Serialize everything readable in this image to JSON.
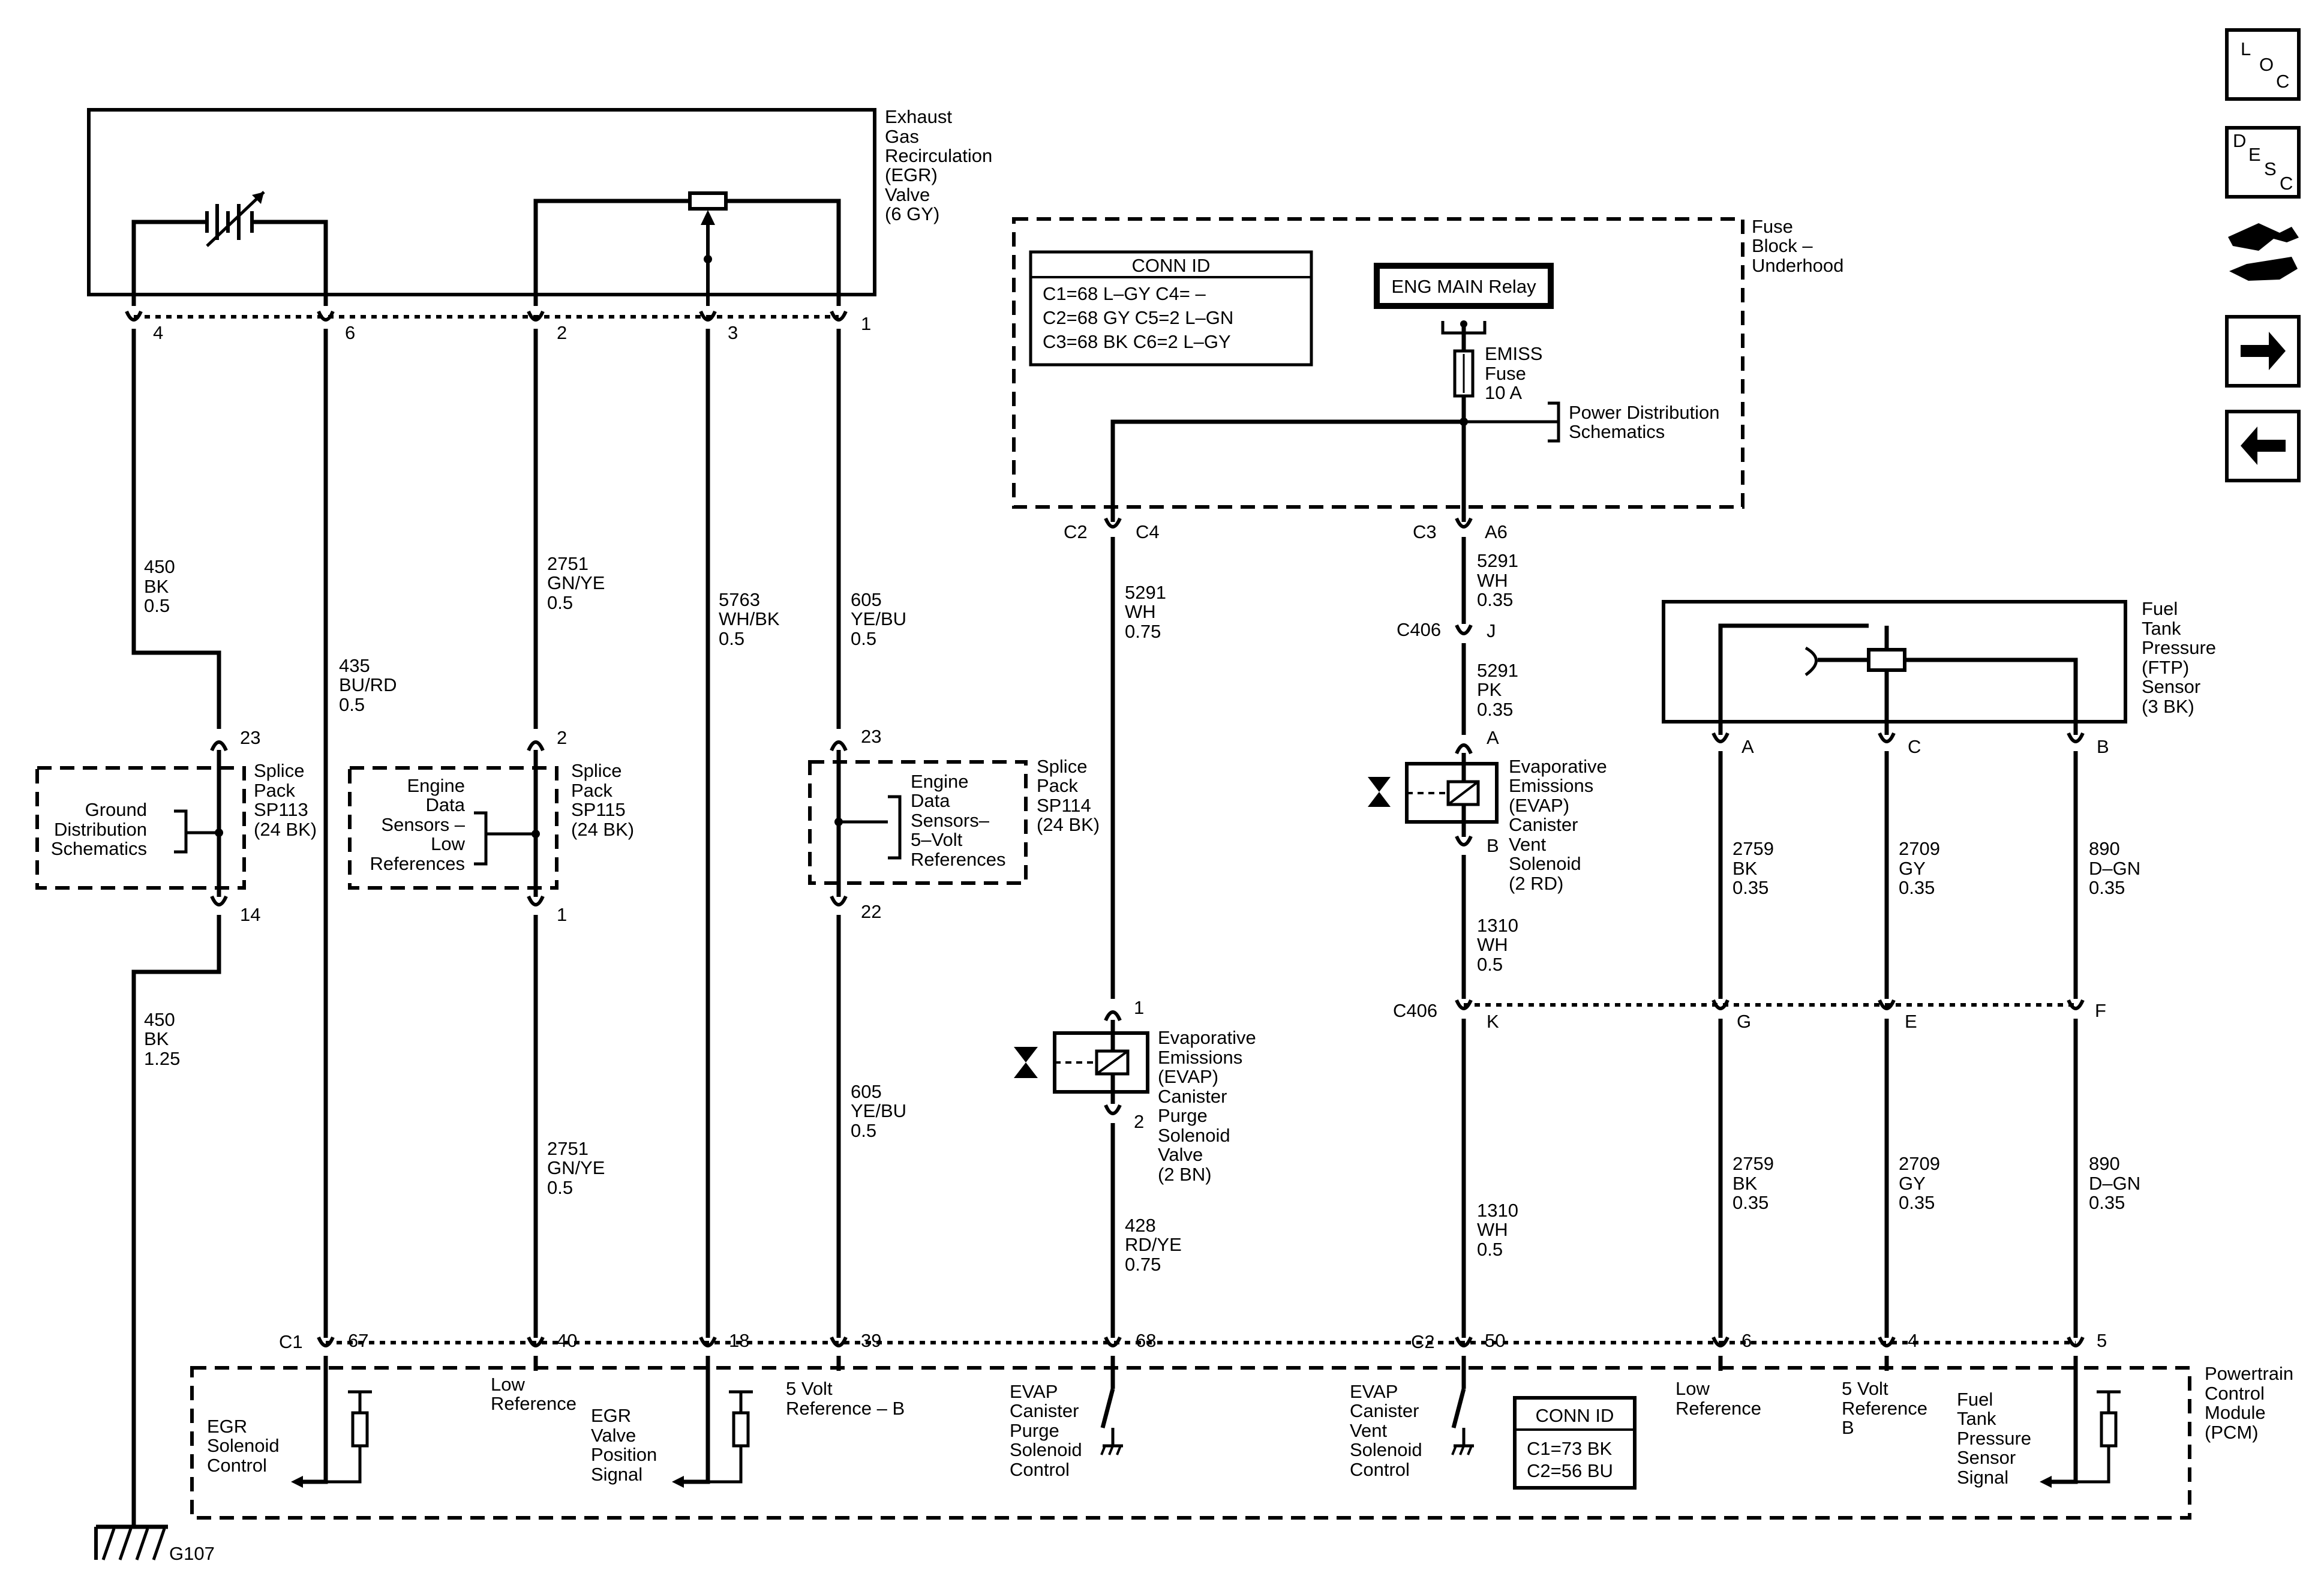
{
  "nav": {
    "loc": [
      "L",
      "O",
      "C"
    ],
    "desc": [
      "D",
      "E",
      "S",
      "C"
    ]
  },
  "egr_valve": [
    "Exhaust",
    "Gas",
    "Recirculation",
    "(EGR)",
    "Valve",
    "(6 GY)"
  ],
  "egr_pins": [
    "4",
    "6",
    "2",
    "3",
    "1"
  ],
  "fuse_block": {
    "title": [
      "Fuse",
      "Block –",
      "Underhood"
    ],
    "conn_id_title": "CONN ID",
    "conn_id_rows": [
      "C1=68 L–GY  C4= –",
      "C2=68 GY       C5=2 L–GN",
      "C3=68 BK       C6=2 L–GY"
    ],
    "relay": "ENG MAIN Relay",
    "fuse": [
      "EMISS",
      "Fuse",
      "10 A"
    ],
    "power_dist": [
      "Power Distribution",
      "Schematics"
    ],
    "pins_left": [
      "C2",
      "C4"
    ],
    "pins_right": [
      "C3",
      "A6"
    ]
  },
  "wires": {
    "w450a": [
      "450",
      "BK",
      "0.5"
    ],
    "w435": [
      "435",
      "BU/RD",
      "0.5"
    ],
    "w2751a": [
      "2751",
      "GN/YE",
      "0.5"
    ],
    "w5763": [
      "5763",
      "WH/BK",
      "0.5"
    ],
    "w605a": [
      "605",
      "YE/BU",
      "0.5"
    ],
    "w5291a": [
      "5291",
      "WH",
      "0.75"
    ],
    "w5291b": [
      "5291",
      "WH",
      "0.35"
    ],
    "w5291c": [
      "5291",
      "PK",
      "0.35"
    ],
    "w1310a": [
      "1310",
      "WH",
      "0.5"
    ],
    "w2759a": [
      "2759",
      "BK",
      "0.35"
    ],
    "w2709a": [
      "2709",
      "GY",
      "0.35"
    ],
    "w890a": [
      "890",
      "D–GN",
      "0.35"
    ],
    "w450b": [
      "450",
      "BK",
      "1.25"
    ],
    "w2751b": [
      "2751",
      "GN/YE",
      "0.5"
    ],
    "w605b": [
      "605",
      "YE/BU",
      "0.5"
    ],
    "w428": [
      "428",
      "RD/YE",
      "0.75"
    ],
    "w1310b": [
      "1310",
      "WH",
      "0.5"
    ],
    "w2759b": [
      "2759",
      "BK",
      "0.35"
    ],
    "w2709b": [
      "2709",
      "GY",
      "0.35"
    ],
    "w890b": [
      "890",
      "D–GN",
      "0.35"
    ]
  },
  "splice113": {
    "label": [
      "Splice",
      "Pack",
      "SP113",
      "(24 BK)"
    ],
    "ref": [
      "Ground",
      "Distribution",
      "Schematics"
    ],
    "pin_top": "23",
    "pin_bottom": "14"
  },
  "splice115": {
    "label": [
      "Splice",
      "Pack",
      "SP115",
      "(24 BK)"
    ],
    "ref": [
      "Engine",
      "Data",
      "Sensors –",
      "Low",
      "References"
    ],
    "pin_top": "2",
    "pin_bottom": "1"
  },
  "splice114": {
    "label": [
      "Splice",
      "Pack",
      "SP114",
      "(24 BK)"
    ],
    "ref": [
      "Engine",
      "Data",
      "Sensors–",
      "5–Volt",
      "References"
    ],
    "pin_top": "23",
    "pin_bottom": "22"
  },
  "c406": {
    "label": "C406",
    "pin_j": "J",
    "pin_k": "K"
  },
  "evap_vent": {
    "label": [
      "Evaporative",
      "Emissions",
      "(EVAP)",
      "Canister",
      "Vent",
      "Solenoid",
      "(2 RD)"
    ],
    "pin_a": "A",
    "pin_b": "B"
  },
  "evap_purge": {
    "label": [
      "Evaporative",
      "Emissions",
      "(EVAP)",
      "Canister",
      "Purge",
      "Solenoid",
      "Valve",
      "(2 BN)"
    ],
    "pin_1": "1",
    "pin_2": "2"
  },
  "ftp_sensor": {
    "label": [
      "Fuel",
      "Tank",
      "Pressure",
      "(FTP)",
      "Sensor",
      "(3 BK)"
    ],
    "pins": [
      "A",
      "C",
      "B"
    ],
    "c406_pins": [
      "G",
      "E",
      "F"
    ]
  },
  "pcm": {
    "label": [
      "Powertrain",
      "Control",
      "Module",
      "(PCM)"
    ],
    "c1": "C1",
    "c2": "C2",
    "pins": [
      "67",
      "40",
      "18",
      "39",
      "68",
      "50",
      "6",
      "4",
      "5"
    ],
    "egr_control": [
      "EGR",
      "Solenoid",
      "Control"
    ],
    "low_ref_a": [
      "Low",
      "Reference"
    ],
    "egr_pos": [
      "EGR",
      "Valve",
      "Position",
      "Signal"
    ],
    "five_volt_ref_b": [
      "5 Volt",
      "Reference – B"
    ],
    "evap_purge_ctrl": [
      "EVAP",
      "Canister",
      "Purge",
      "Solenoid",
      "Control"
    ],
    "evap_vent_ctrl": [
      "EVAP",
      "Canister",
      "Vent",
      "Solenoid",
      "Control"
    ],
    "conn_id_title": "CONN ID",
    "conn_id_rows": [
      "C1=73 BK",
      "C2=56 BU"
    ],
    "low_ref_b": [
      "Low",
      "Reference"
    ],
    "five_volt_ref_b2": [
      "5 Volt",
      "Reference",
      "B"
    ],
    "ftp_signal": [
      "Fuel",
      "Tank",
      "Pressure",
      "Sensor",
      "Signal"
    ]
  },
  "ground": "G107"
}
